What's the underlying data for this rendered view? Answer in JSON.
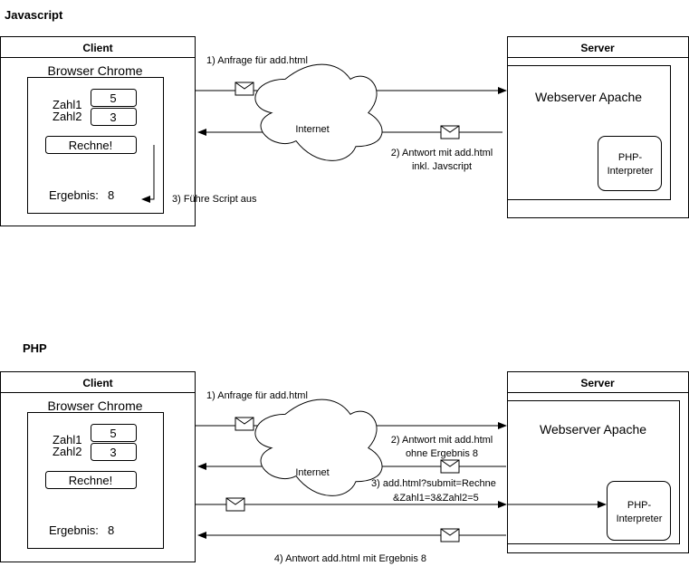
{
  "js": {
    "section_title": "Javascript",
    "client": {
      "header": "Client",
      "browser_title": "Browser Chrome",
      "zahl1_label": "Zahl1",
      "zahl1_value": "5",
      "zahl2_label": "Zahl2",
      "zahl2_value": "3",
      "button_label": "Rechne!",
      "result_label": "Ergebnis:",
      "result_value": "8"
    },
    "server": {
      "header": "Server",
      "webserver": "Webserver Apache",
      "php_line1": "PHP-",
      "php_line2": "Interpreter"
    },
    "internet": "Internet",
    "step1": "1) Anfrage für add.html",
    "step2_line1": "2) Antwort mit add.html",
    "step2_line2": "inkl. Javscript",
    "step3": "3) Führe Script aus"
  },
  "php": {
    "section_title": "PHP",
    "client": {
      "header": "Client",
      "browser_title": "Browser Chrome",
      "zahl1_label": "Zahl1",
      "zahl1_value": "5",
      "zahl2_label": "Zahl2",
      "zahl2_value": "3",
      "button_label": "Rechne!",
      "result_label": "Ergebnis:",
      "result_value": "8"
    },
    "server": {
      "header": "Server",
      "webserver": "Webserver Apache",
      "php_line1": "PHP-",
      "php_line2": "Interpreter"
    },
    "internet": "Internet",
    "step1": "1) Anfrage für add.html",
    "step2_line1": "2) Antwort mit add.html",
    "step2_line2": "ohne Ergebnis 8",
    "step3_line1": "3) add.html?submit=Rechne",
    "step3_line2": "&Zahl1=3&Zahl2=5",
    "step4": "4) Antwort add.html mit Ergebnis 8"
  }
}
